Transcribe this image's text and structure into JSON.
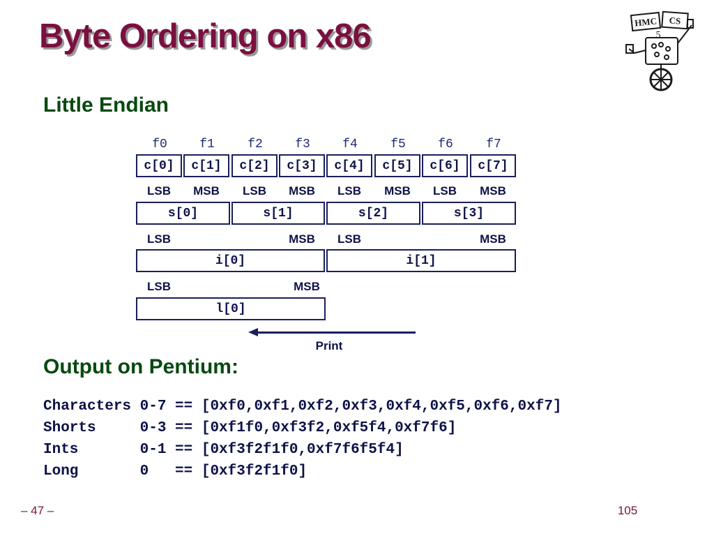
{
  "slide": {
    "title": "Byte Ordering on x86",
    "heading_little_endian": "Little Endian",
    "heading_output": "Output on Pentium:",
    "footer_left": "– 47 –",
    "footer_right": "105"
  },
  "logo": {
    "text_left": "HMC",
    "text_right": "CS",
    "digit": "5",
    "icon": "robot-mascot-icon"
  },
  "diagram": {
    "addresses": [
      "f0",
      "f1",
      "f2",
      "f3",
      "f4",
      "f5",
      "f6",
      "f7"
    ],
    "chars": [
      "c[0]",
      "c[1]",
      "c[2]",
      "c[3]",
      "c[4]",
      "c[5]",
      "c[6]",
      "c[7]"
    ],
    "char_labels": [
      "LSB",
      "MSB",
      "LSB",
      "MSB",
      "LSB",
      "MSB",
      "LSB",
      "MSB"
    ],
    "shorts": [
      "s[0]",
      "s[1]",
      "s[2]",
      "s[3]"
    ],
    "int_labels": [
      "LSB",
      "MSB",
      "LSB",
      "MSB"
    ],
    "ints": [
      "i[0]",
      "i[1]"
    ],
    "long_labels": [
      "LSB",
      "MSB"
    ],
    "longs": [
      "l[0]"
    ],
    "arrow_label": "Print"
  },
  "output": {
    "lines": [
      "Characters 0-7 == [0xf0,0xf1,0xf2,0xf3,0xf4,0xf5,0xf6,0xf7]",
      "Shorts     0-3 == [0xf1f0,0xf3f2,0xf5f4,0xf7f6]",
      "Ints       0-1 == [0xf3f2f1f0,0xf7f6f5f4]",
      "Long       0   == [0xf3f2f1f0]"
    ]
  },
  "colors": {
    "title": "#7a1040",
    "heading": "#064a10",
    "diagram_ink": "#0d1247"
  }
}
